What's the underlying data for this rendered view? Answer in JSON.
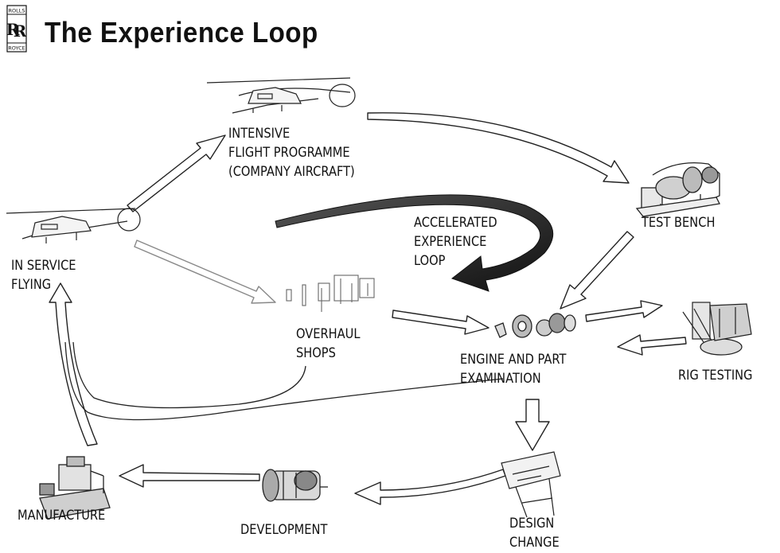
{
  "header": {
    "title": "The Experience Loop",
    "logo_monogram": "RR",
    "logo_top": "ROLLS",
    "logo_bottom": "ROYCE"
  },
  "nodes": {
    "intensive_flight": [
      "INTENSIVE",
      "FLIGHT PROGRAMME",
      "(COMPANY AIRCRAFT)"
    ],
    "test_bench": [
      "TEST BENCH"
    ],
    "in_service": [
      "IN SERVICE",
      "FLYING"
    ],
    "accelerated": [
      "ACCELERATED",
      "EXPERIENCE",
      "LOOP"
    ],
    "overhaul": [
      "OVERHAUL",
      "SHOPS"
    ],
    "engine_exam": [
      "ENGINE AND PART",
      "EXAMINATION"
    ],
    "rig_testing": [
      "RIG TESTING"
    ],
    "manufacture": [
      "MANUFACTURE"
    ],
    "development": [
      "DEVELOPMENT"
    ],
    "design_change": [
      "DESIGN",
      "CHANGE"
    ]
  },
  "icons": [
    "helicopter-icon",
    "helicopter-icon",
    "test-bench-icon",
    "overhaul-shops-icon",
    "engine-parts-icon",
    "rig-testing-icon",
    "design-board-icon",
    "engine-icon",
    "manufacture-machine-icon"
  ],
  "colors": {
    "ink": "#111111",
    "arrow_fill": "#ffffff",
    "loop_arrow": "#2a2a2a"
  }
}
